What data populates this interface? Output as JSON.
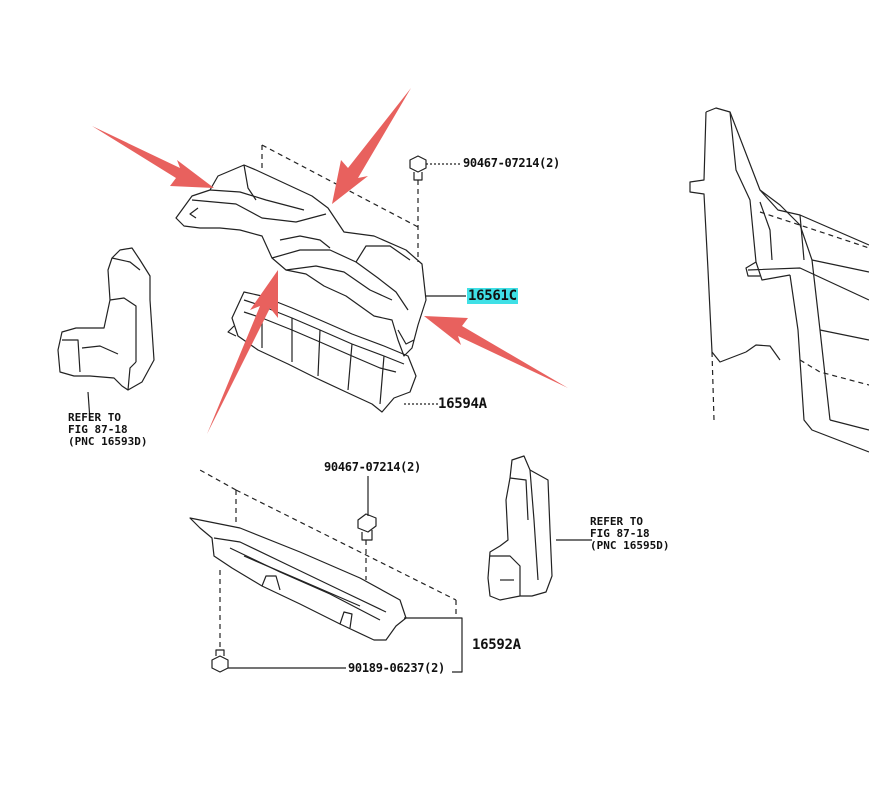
{
  "parts": {
    "clip_top": "90467-07214(2)",
    "duct_upper": "16561C",
    "seal_center": "16594A",
    "clip_mid": "90467-07214(2)",
    "duct_lower": "16592A",
    "screw_bottom": "90189-06237(2)"
  },
  "refer_left": {
    "line1": "REFER TO",
    "line2": "FIG 87-18",
    "line3": "(PNC 16593D)"
  },
  "refer_right": {
    "line1": "REFER TO",
    "line2": "FIG 87-18",
    "line3": "(PNC 16595D)"
  },
  "colors": {
    "arrow": "#e8615e",
    "highlight": "#3fe0e6",
    "line": "#222222"
  }
}
